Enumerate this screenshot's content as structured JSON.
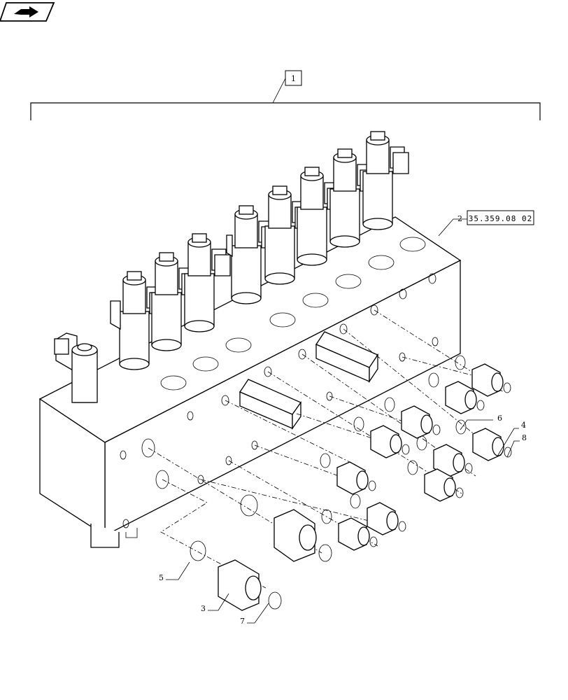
{
  "icon": {
    "name": "next-page-arrow-icon"
  },
  "assembly_label": "1",
  "reference_label": "35.359.08 02",
  "callouts": {
    "c2": "2",
    "c3": "3",
    "c4": "4",
    "c5": "5",
    "c6": "6",
    "c7": "7",
    "c8": "8"
  }
}
